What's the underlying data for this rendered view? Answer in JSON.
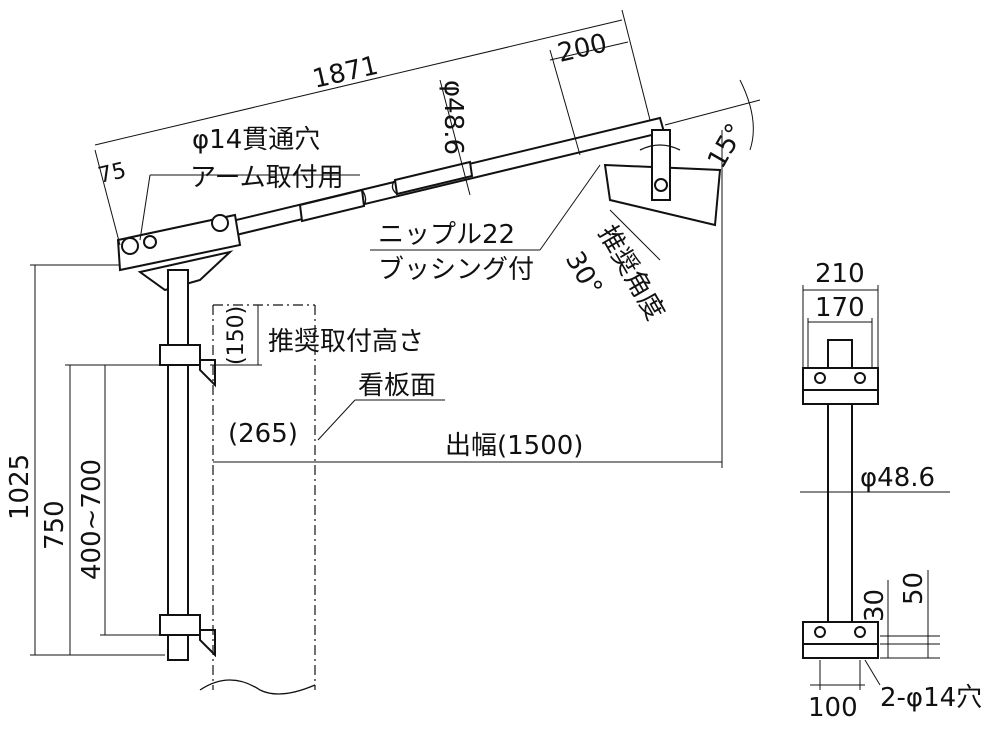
{
  "arm": {
    "length": "1871",
    "end_length": "200",
    "pipe_diameter": "φ48.6",
    "hole_offset": "75",
    "hole_label": "φ14貫通穴",
    "hole_usage": "アーム取付用",
    "arm_angle": "15°",
    "nipple": "ニップル22",
    "bushing": "ブッシング付",
    "recommended_angle_label": "推奨角度",
    "recommended_angle": "30°"
  },
  "side_view": {
    "recommended_height_value": "(150)",
    "recommended_height_label": "推奨取付高さ",
    "sign_face": "看板面",
    "offset": "(265)",
    "projection": "出幅(1500)",
    "total_height": "1025",
    "height_750": "750",
    "clamp_range": "400~700"
  },
  "front_view": {
    "width_outer": "210",
    "width_inner": "170",
    "pipe_diameter": "φ48.6",
    "dim_30": "30",
    "dim_50": "50",
    "dim_100": "100",
    "holes": "2-φ14穴"
  }
}
